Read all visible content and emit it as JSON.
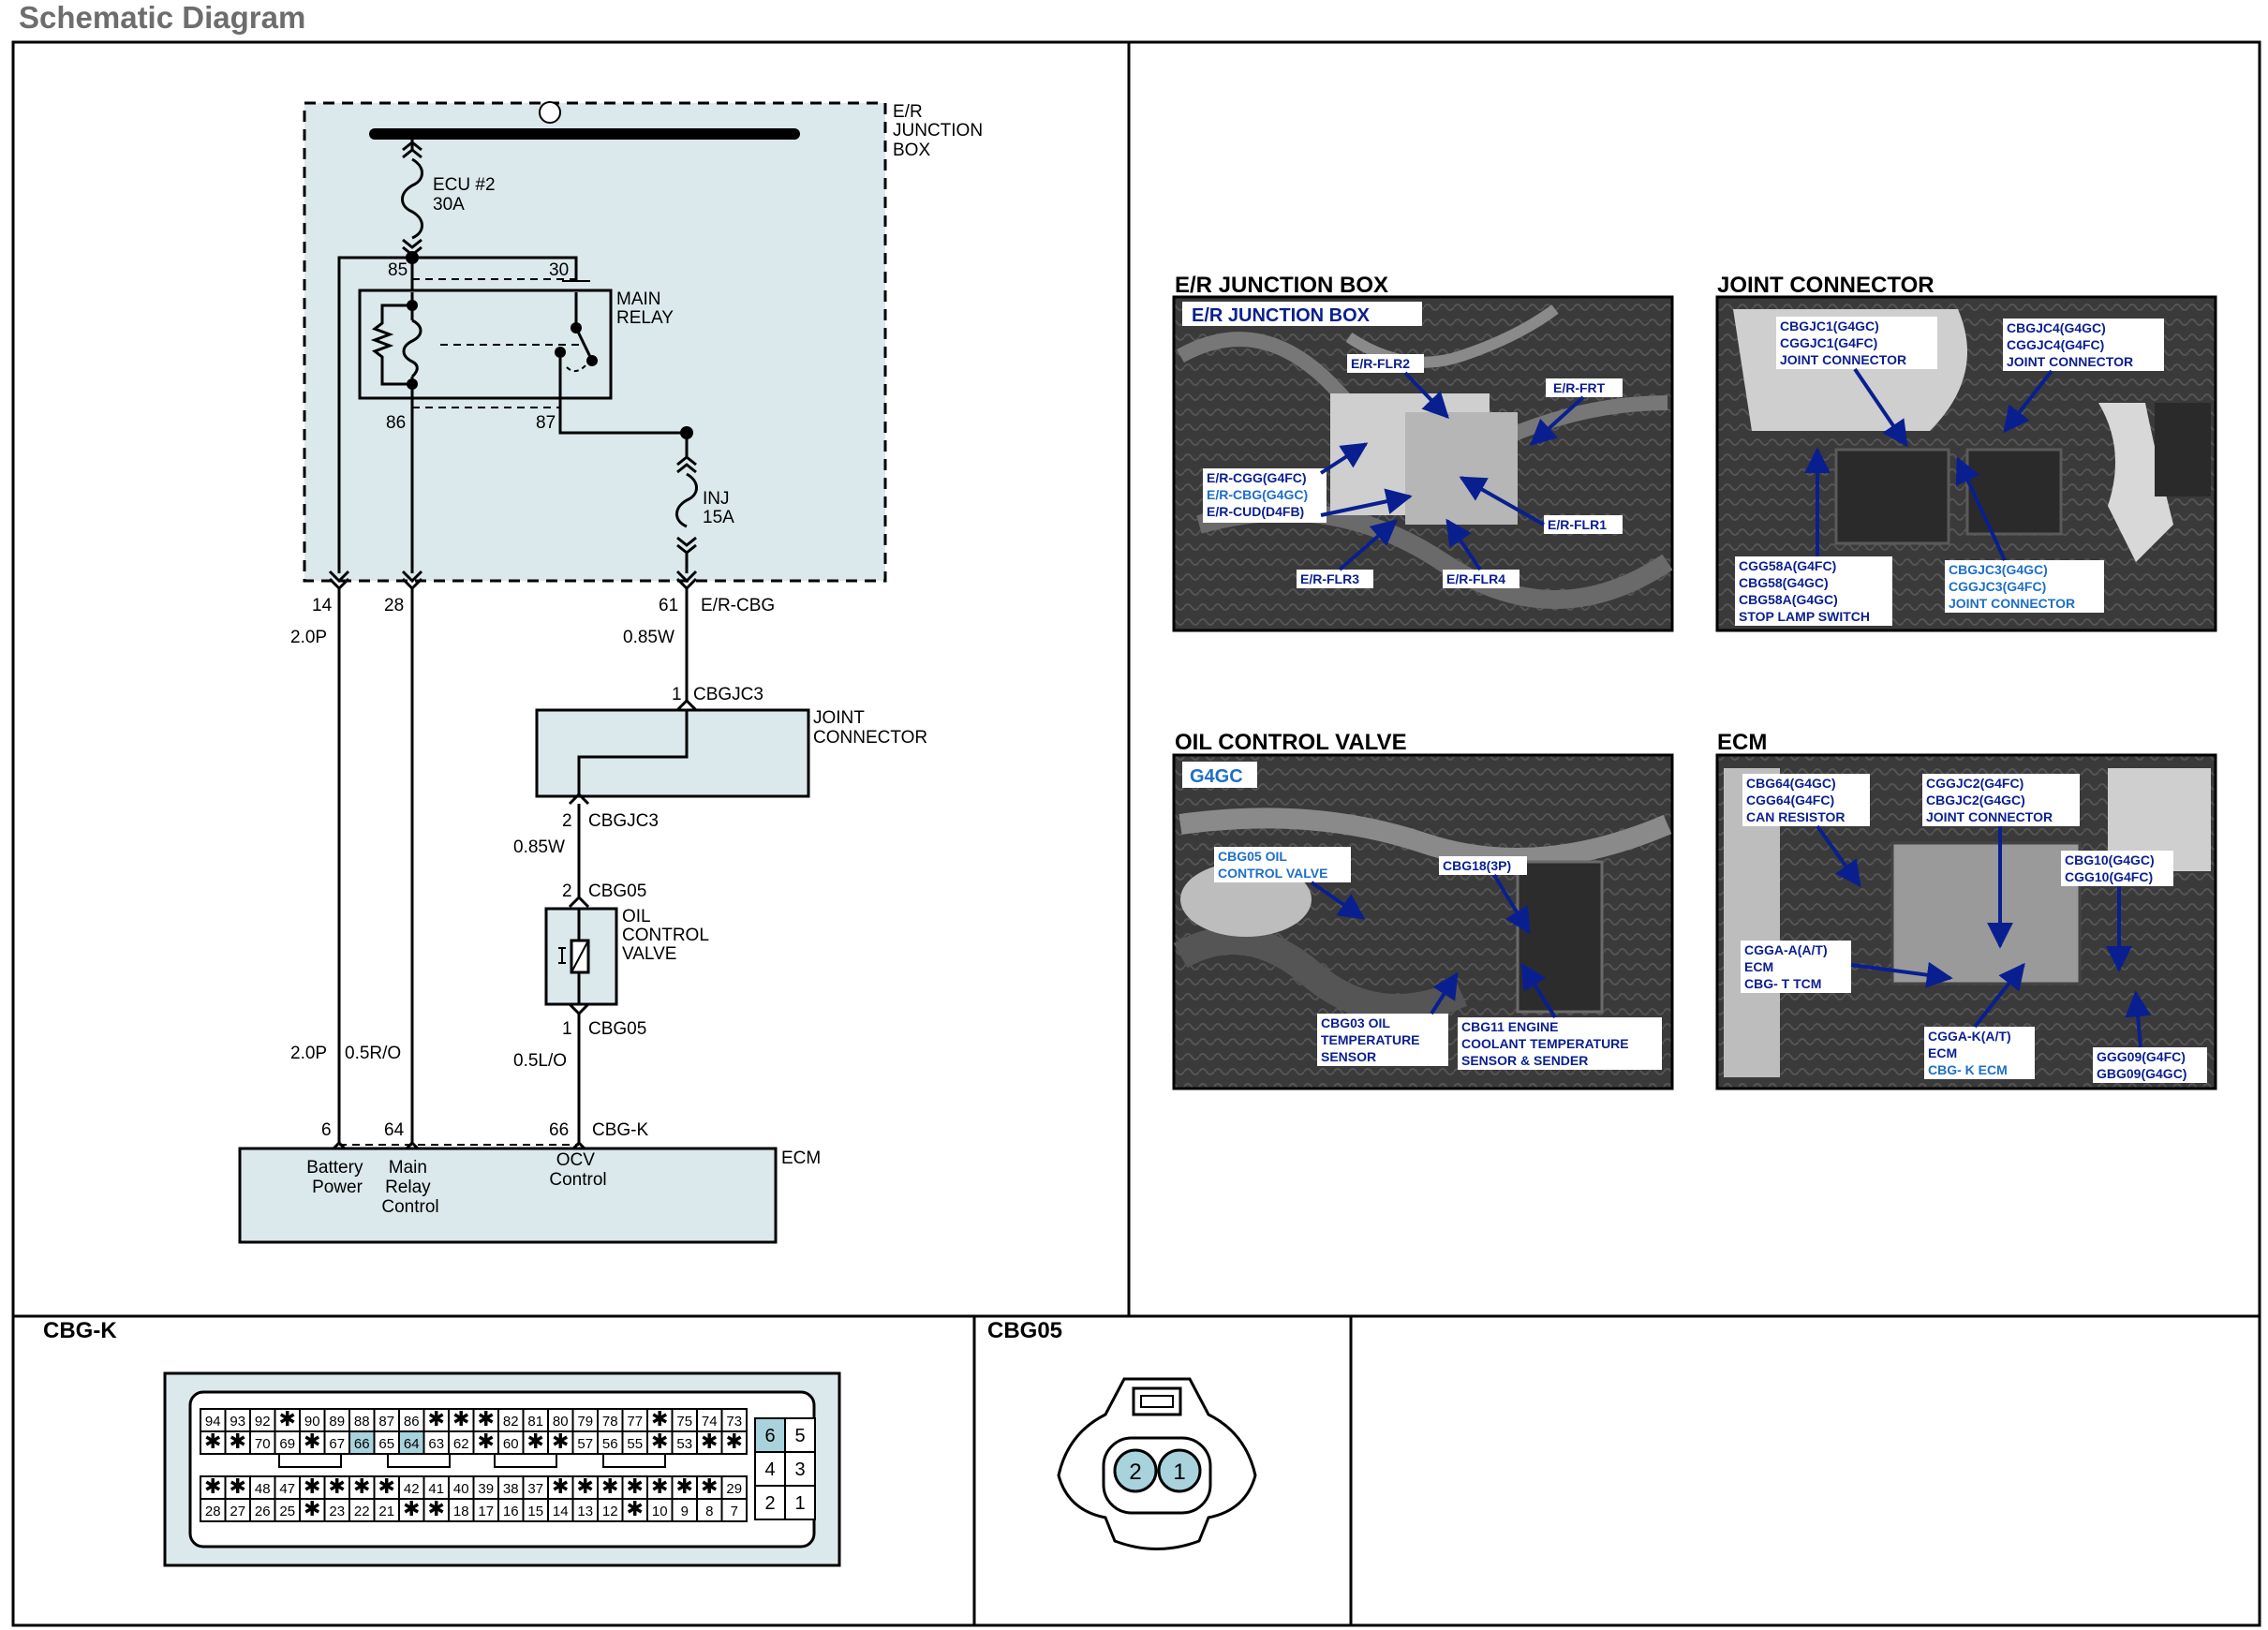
{
  "page_title": "Schematic Diagram",
  "schematic": {
    "junction_box_label": [
      "E/R",
      "JUNCTION",
      "BOX"
    ],
    "fuse_ecu": [
      "ECU #2",
      "30A"
    ],
    "fuse_inj": [
      "INJ",
      "15A"
    ],
    "relay_label": [
      "MAIN",
      "RELAY"
    ],
    "relay_pins": {
      "p85": "85",
      "p30": "30",
      "p86": "86",
      "p87": "87"
    },
    "jb_pins": {
      "p14": "14",
      "p28": "28",
      "p61": "61",
      "conn": "E/R-CBG"
    },
    "wire_14_top": "2.0P",
    "wire_61": "0.85W",
    "joint_top_pin": "1",
    "joint_top_conn": "CBGJC3",
    "joint_label": [
      "JOINT",
      "CONNECTOR"
    ],
    "joint_bot_pin": "2",
    "joint_bot_conn": "CBGJC3",
    "wire_joint_ocv": "0.85W",
    "ocv_top_pin": "2",
    "ocv_top_conn": "CBG05",
    "ocv_label": [
      "OIL",
      "CONTROL",
      "VALVE"
    ],
    "ocv_bot_pin": "1",
    "ocv_bot_conn": "CBG05",
    "wire_6": "2.0P",
    "wire_64": "0.5R/O",
    "wire_66": "0.5L/O",
    "ecm_pins": {
      "p6": "6",
      "p64": "64",
      "p66": "66",
      "conn": "CBG-K"
    },
    "ecm_label": "ECM",
    "ecm_battery": [
      "Battery",
      "Power"
    ],
    "ecm_main_relay": [
      "Main",
      "Relay",
      "Control"
    ],
    "ecm_ocv": [
      "OCV",
      "Control"
    ]
  },
  "photos": {
    "er_box": {
      "title": "E/R JUNCTION BOX",
      "banner": "E/R JUNCTION BOX",
      "labels": [
        "E/R-FLR2",
        "E/R-FRT",
        "E/R-CGG(G4FC)",
        "E/R-CBG(G4GC)",
        "E/R-CUD(D4FB)",
        "E/R-FLR1",
        "E/R-FLR3",
        "E/R-FLR4"
      ]
    },
    "joint": {
      "title": "JOINT CONNECTOR",
      "labels": [
        "CBGJC1(G4GC)",
        "CGGJC1(G4FC)",
        "JOINT CONNECTOR",
        "CBGJC4(G4GC)",
        "CGGJC4(G4FC)",
        "JOINT CONNECTOR",
        "CGG58A(G4FC)",
        "CBG58(G4GC)",
        "CBG58A(G4GC)",
        "STOP LAMP SWITCH",
        "CBGJC3(G4GC)",
        "CGGJC3(G4FC)",
        "JOINT CONNECTOR"
      ]
    },
    "ocv": {
      "title": "OIL CONTROL VALVE",
      "banner": "G4GC",
      "labels": [
        "CBG05 OIL",
        "CONTROL VALVE",
        "CBG18(3P)",
        "CBG03 OIL",
        "TEMPERATURE",
        "SENSOR",
        "CBG11 ENGINE",
        "COOLANT TEMPERATURE",
        "SENSOR & SENDER"
      ]
    },
    "ecm": {
      "title": "ECM",
      "labels": [
        "CBG64(G4GC)",
        "CGG64(G4FC)",
        "CAN RESISTOR",
        "CGGJC2(G4FC)",
        "CBGJC2(G4GC)",
        "JOINT CONNECTOR",
        "CBG10(G4GC)",
        "CGG10(G4FC)",
        "CGGA-A(A/T)",
        "ECM",
        "CBG- T TCM",
        "CGGA-K(A/T)",
        "ECM",
        "CBG- K ECM",
        "GGG09(G4FC)",
        "GBG09(G4GC)"
      ]
    }
  },
  "connectors": {
    "cbgk": {
      "title": "CBG-K",
      "row1": [
        "94",
        "93",
        "92",
        "*",
        "90",
        "89",
        "88",
        "87",
        "86",
        "*",
        "*",
        "*",
        "82",
        "81",
        "80",
        "79",
        "78",
        "77",
        "*",
        "75",
        "74",
        "73"
      ],
      "row2": [
        "*",
        "*",
        "70",
        "69",
        "*",
        "67",
        "66",
        "65",
        "64",
        "63",
        "62",
        "*",
        "60",
        "*",
        "*",
        "57",
        "56",
        "55",
        "*",
        "53",
        "*",
        "*"
      ],
      "row3": [
        "*",
        "*",
        "48",
        "47",
        "*",
        "*",
        "*",
        "*",
        "42",
        "41",
        "40",
        "39",
        "38",
        "37",
        "*",
        "*",
        "*",
        "*",
        "*",
        "*",
        "*",
        "29"
      ],
      "row4": [
        "28",
        "27",
        "26",
        "25",
        "*",
        "23",
        "22",
        "21",
        "*",
        "*",
        "18",
        "17",
        "16",
        "15",
        "14",
        "13",
        "12",
        "*",
        "10",
        "9",
        "8",
        "7"
      ],
      "highlight": [
        "66",
        "64"
      ],
      "right": [
        [
          "6",
          "5"
        ],
        [
          "4",
          "3"
        ],
        [
          "2",
          "1"
        ]
      ],
      "right_highlight": "6"
    },
    "cbg05": {
      "title": "CBG05",
      "pins": [
        "2",
        "1"
      ]
    }
  }
}
